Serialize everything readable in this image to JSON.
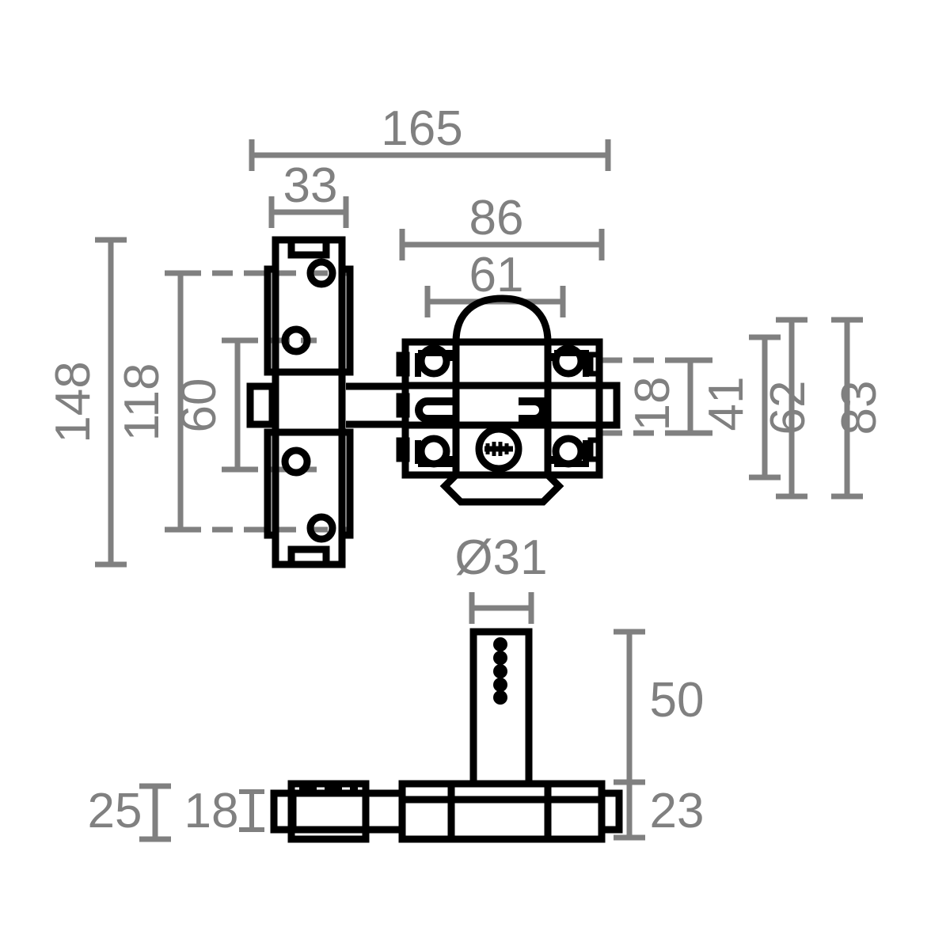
{
  "drawing": {
    "title": "Technical dimension drawing - surface mounted door bolt lock",
    "units": "mm",
    "line_color": "#000000",
    "dimension_color": "#808080",
    "background_color": "#ffffff"
  },
  "views": {
    "front": {
      "name": "front-view"
    },
    "side": {
      "name": "side-view"
    }
  },
  "dimensions": {
    "overall_width": "165",
    "backplate_width": "33",
    "body_width": "86",
    "cylinder_width": "61",
    "overall_height": "148",
    "plate_height": "118",
    "screw_span": "60",
    "bolt_height": "18",
    "body_height_41": "41",
    "body_height_62": "62",
    "body_height_83": "83",
    "knob_diameter": "Ø31",
    "knob_height": "50",
    "base_height": "23",
    "side_left_25": "25",
    "side_left_18": "18"
  }
}
